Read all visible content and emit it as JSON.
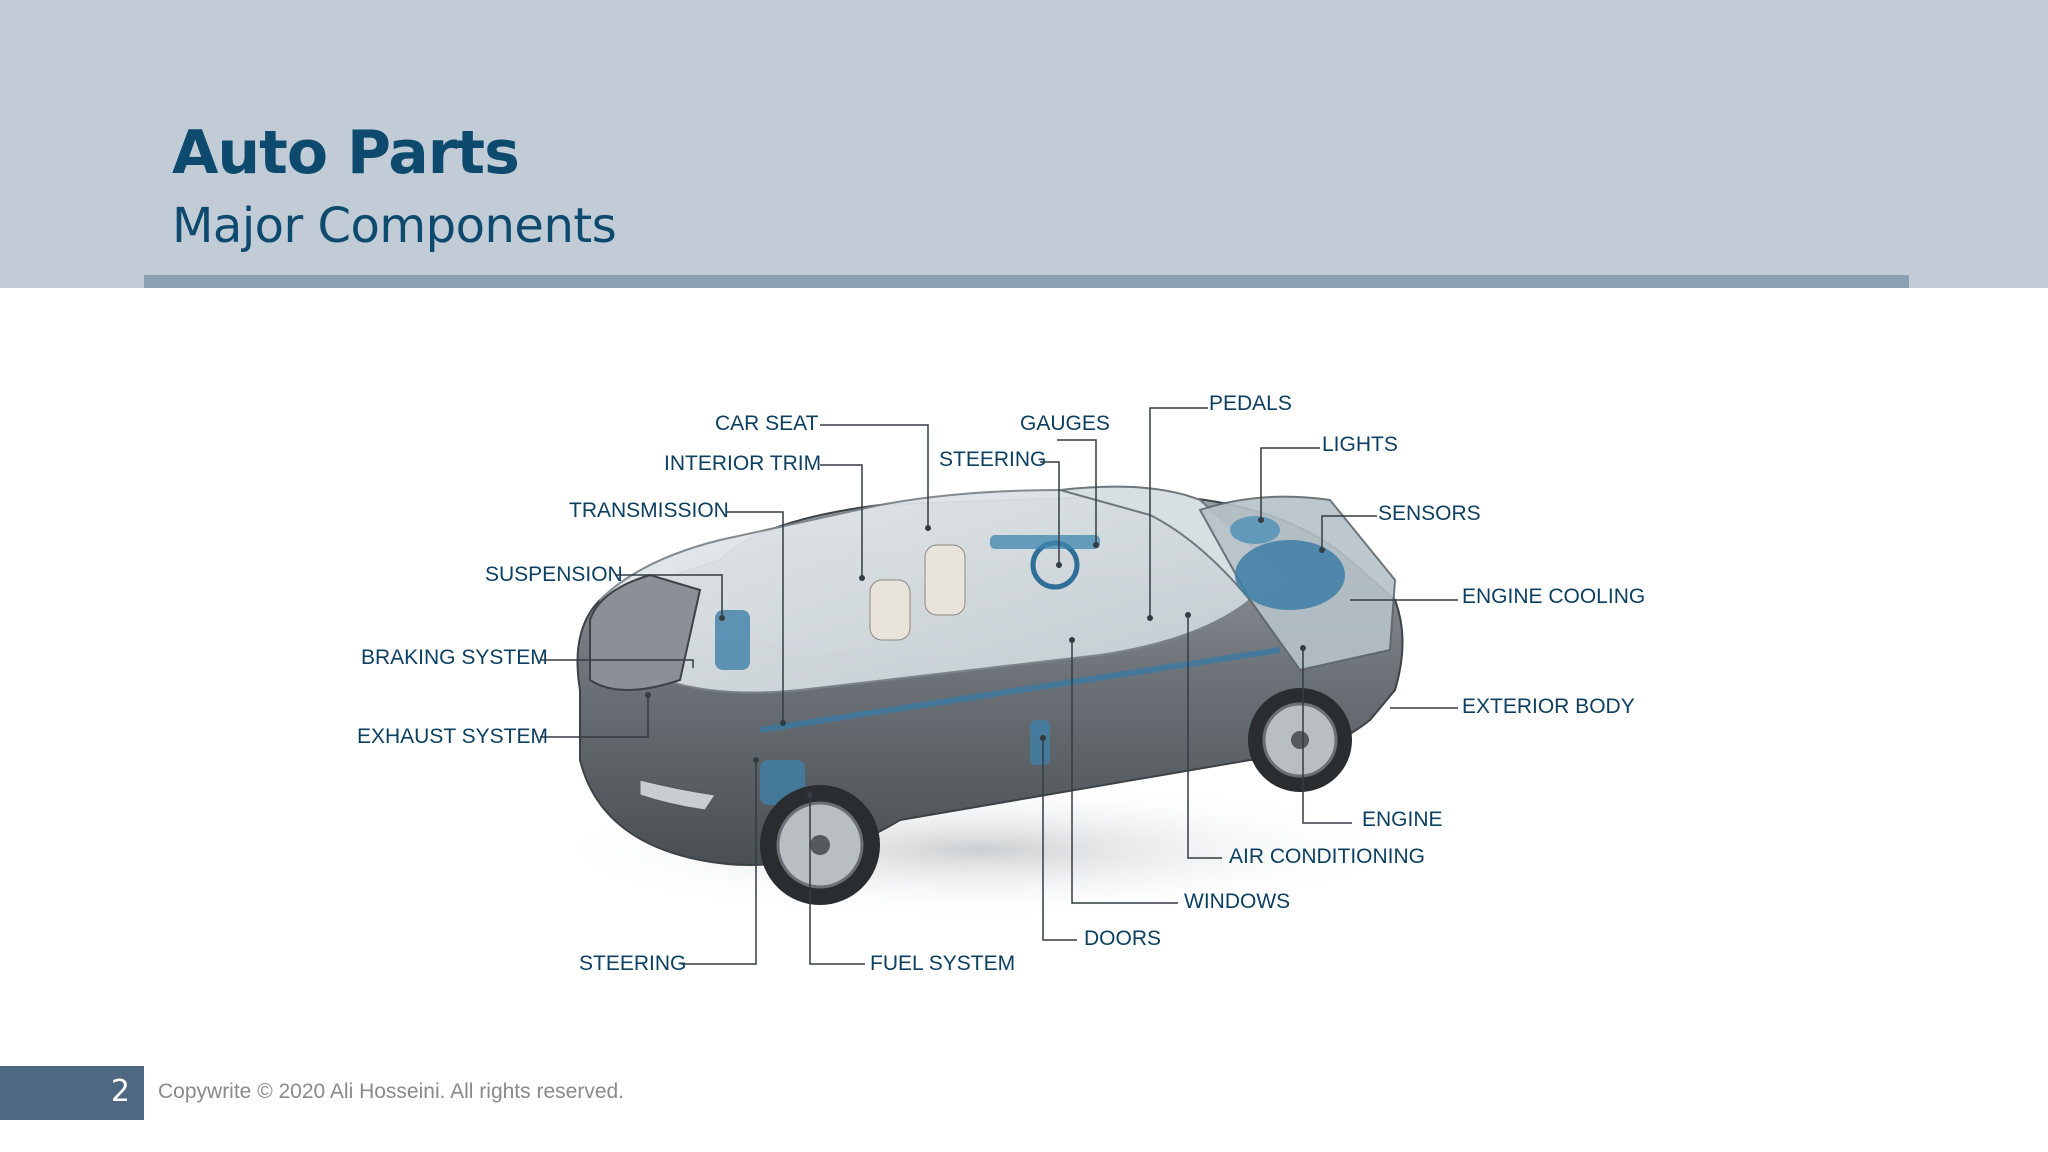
{
  "header": {
    "title": "Auto Parts",
    "subtitle": "Major Components"
  },
  "diagram": {
    "labels": {
      "car_seat": "CAR SEAT",
      "interior_trim": "INTERIOR TRIM",
      "transmission": "TRANSMISSION",
      "suspension": "SUSPENSION",
      "braking_system": "BRAKING SYSTEM",
      "exhaust_system": "EXHAUST SYSTEM",
      "steering_bottom": "STEERING",
      "fuel_system": "FUEL SYSTEM",
      "gauges": "GAUGES",
      "steering_top": "STEERING",
      "pedals": "PEDALS",
      "lights": "LIGHTS",
      "sensors": "SENSORS",
      "engine_cooling": "ENGINE COOLING",
      "exterior_body": "EXTERIOR BODY",
      "engine": "ENGINE",
      "air_conditioning": "AIR CONDITIONING",
      "windows": "WINDOWS",
      "doors": "DOORS"
    }
  },
  "footer": {
    "page_number": "2",
    "copyright": "Copywrite © 2020 Ali Hosseini. All rights reserved."
  },
  "colors": {
    "header_band": "#c1ccd6",
    "header_rule": "#8ba1b3",
    "title": "#0d4a6e",
    "label": "#0d3f60",
    "page_box": "#4d6880"
  }
}
